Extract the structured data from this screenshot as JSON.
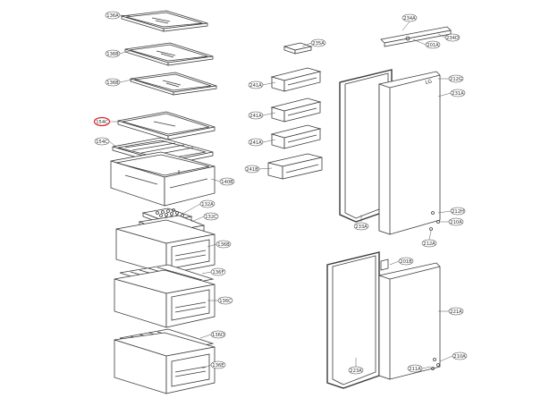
{
  "highlight_color": "#d9262b",
  "line_color": "#3a3a3a",
  "callouts": {
    "c136a_1": "136A",
    "c136b_1": "136B",
    "c136b_2": "136B",
    "c154c_top": "154C",
    "c154c_bottom": "154C",
    "c140b": "140B",
    "c132a": "132A",
    "c132c": "132C",
    "c136b_3": "136B",
    "c136f": "136F",
    "c136c": "136C",
    "c136d": "136D",
    "c136e": "136E",
    "c235a": "235A",
    "c241a_1": "241A",
    "c241a_2": "241A",
    "c241a_3": "241A",
    "c241b": "241B",
    "c234a": "234A",
    "c234d": "234D",
    "c201a": "201A",
    "c212g": "212G",
    "c231a": "231A",
    "c233a": "233A",
    "c212h": "212H",
    "c210a_1": "210A",
    "c212a": "212A",
    "c201b": "201B",
    "c221a": "221A",
    "c223a": "223A",
    "c211a": "211A",
    "c210a_2": "210A"
  },
  "door_brand": "LG"
}
